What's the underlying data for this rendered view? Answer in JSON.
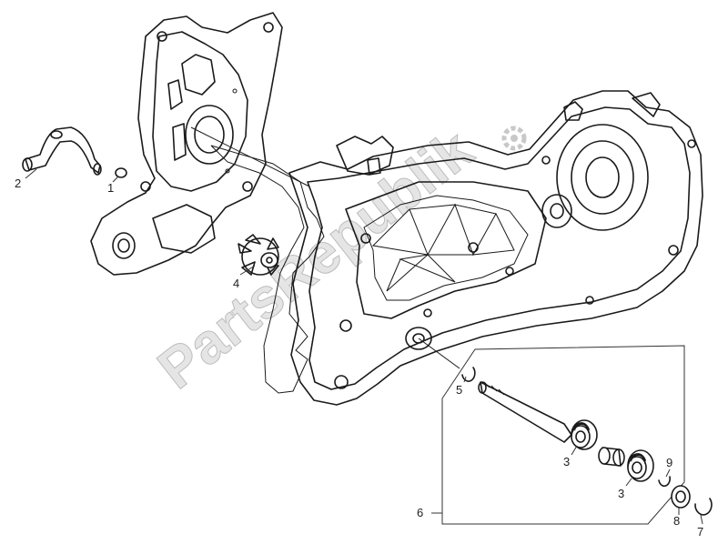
{
  "watermark": {
    "text": "PartsRepublik",
    "color": "#cccccc"
  },
  "callouts": [
    {
      "id": "2",
      "label": "2"
    },
    {
      "id": "1",
      "label": "1"
    },
    {
      "id": "4",
      "label": "4"
    },
    {
      "id": "5",
      "label": "5"
    },
    {
      "id": "3a",
      "label": "3"
    },
    {
      "id": "3b",
      "label": "3"
    },
    {
      "id": "9",
      "label": "9"
    },
    {
      "id": "6",
      "label": "6"
    },
    {
      "id": "8",
      "label": "8"
    },
    {
      "id": "7",
      "label": "7"
    }
  ],
  "line_color": "#1a1a1a"
}
